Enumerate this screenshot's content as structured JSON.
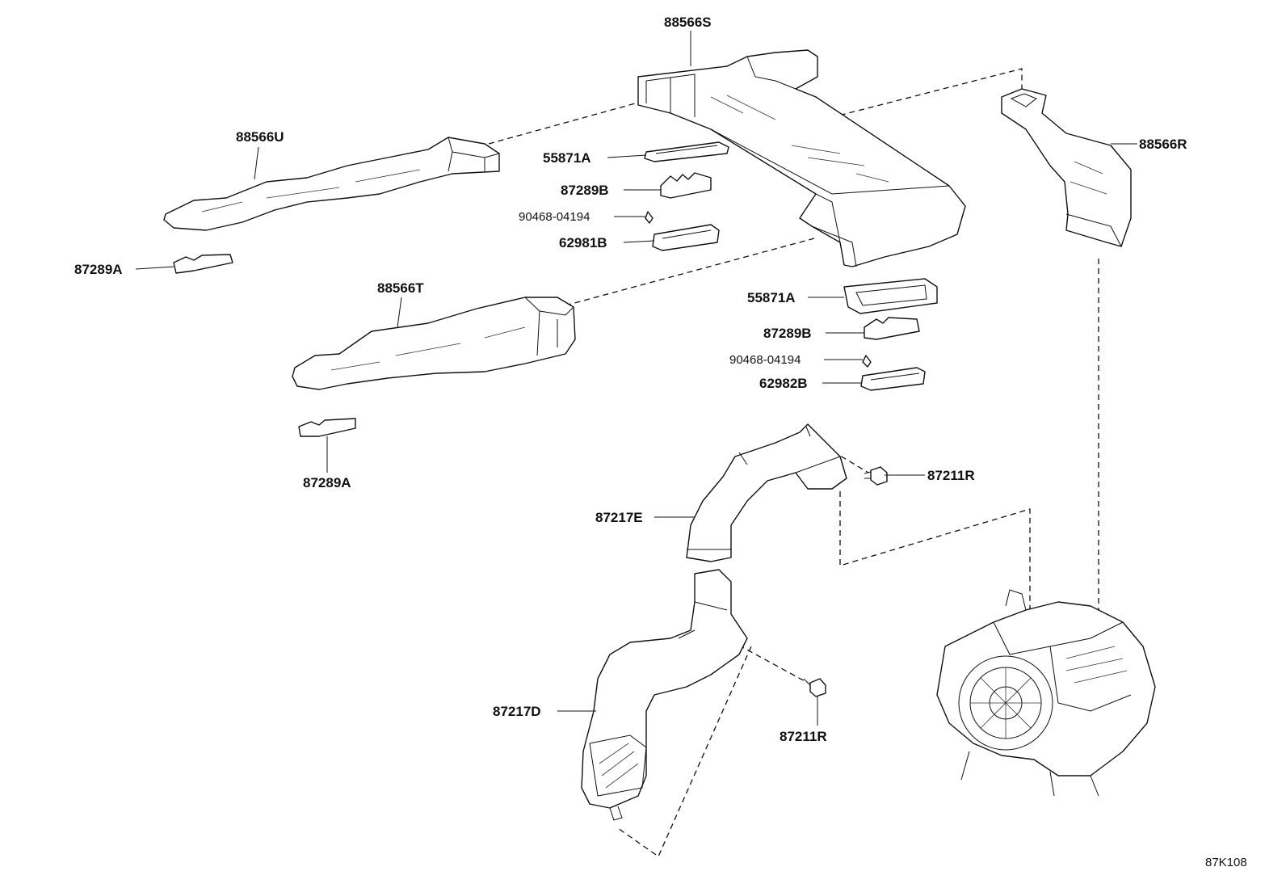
{
  "callouts": {
    "p88566S": "88566S",
    "p88566U": "88566U",
    "p88566R": "88566R",
    "p88566T": "88566T",
    "p55871A_1": "55871A",
    "p87289B_1": "87289B",
    "p90468_1": "90468-04194",
    "p62981B": "62981B",
    "p87289A_1": "87289A",
    "p55871A_2": "55871A",
    "p87289B_2": "87289B",
    "p90468_2": "90468-04194",
    "p62982B": "62982B",
    "p87289A_2": "87289A",
    "p87211R_1": "87211R",
    "p87217E": "87217E",
    "p87217D": "87217D",
    "p87211R_2": "87211R"
  },
  "diagram_code": "87K108"
}
